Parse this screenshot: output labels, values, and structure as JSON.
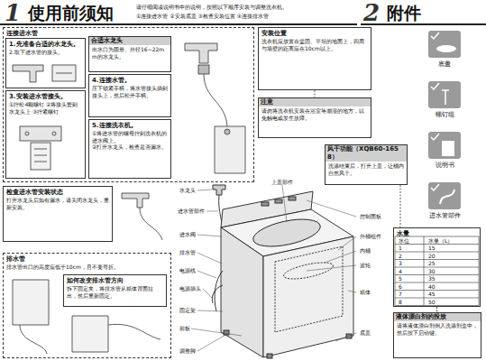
{
  "diagram": {
    "title": "使用前须知",
    "nodes": [
      {
        "text": [
          "连接进水管"
        ]
      },
      {
        "text": [
          "1.先准备合适的水龙头。",
          "2.取下进水管的接头。"
        ],
        "in": 0
      },
      {
        "text": [
          "3.安装进水管接头。",
          "①拧松4颗螺钉 ②将接头套到水龙头上 ③拧紧螺钉"
        ],
        "in": 0
      },
      {
        "text": [
          "合适水龙头",
          "出水口为圆形、外径16~22mm的水龙头。"
        ],
        "in": 0
      },
      {
        "text": [
          "4.连接水管。",
          "压下锁紧手柄，将水管接头插到接头上，然后松开手柄。"
        ],
        "in": 0
      },
      {
        "text": [
          "5.连接洗衣机。",
          "①将进水管的螺母拧到洗衣机的进水阀上。",
          "②打开水龙头，检查是否漏水。"
        ],
        "in": 0
      },
      {
        "text": [
          "检查进水管安装状态",
          "打开水龙头后如有漏水，请关闭水龙头，重新安装。"
        ]
      },
      {
        "text": [
          "排水管",
          "排水管出口的高度应低于10cm，且不要弯折。"
        ]
      },
      {
        "text": [
          "如何改变排水管方向",
          "拆下固定夹，将排水管从箱体背面拉出，然后重新固定。"
        ],
        "in": 7
      },
      {
        "text": [
          "安装位置",
          "洗衣机应放置在坚固、平坦的地面上，四周与墙壁的距离应在10cm以上。"
        ]
      },
      {
        "text": [
          "注意",
          "请勿将洗衣机安装在浴室等潮湿的地方，以免触电或发生故障。"
        ]
      },
      {
        "text": [
          "风干功能（XQB60-1658）",
          "洗涤结束后，打开上盖，让桶内自然风干。"
        ]
      },
      {
        "text": [
          "水量"
        ]
      },
      {
        "text": [
          "液体漂白剂的投放",
          "请将液体漂白剂倒入洗涤剂盒中，然后按下启动键。"
        ]
      },
      {
        "text": [
          "底盖"
        ]
      },
      {
        "text": [
          "螺钉组"
        ]
      },
      {
        "text": [
          "说明书"
        ]
      },
      {
        "text": [
          "进水管部件"
        ]
      }
    ],
    "edges": [
      {
        "from": 9,
        "to": 10,
        "arrow": "none"
      },
      {
        "from": 11,
        "to": 12,
        "arrow": "none"
      },
      {
        "from": 12,
        "to": 13,
        "arrow": "none"
      }
    ],
    "labels": [
      "1",
      "2",
      "附件",
      "请仔细阅读说明书中的说明，按照以下顺序安装与调整洗衣机。",
      "①连接进水管 ②安装底盖 ③检查安装位置 ④连接排水管",
      "水龙头",
      "进水管部件",
      "上盖部件",
      "进水阀",
      "排水管",
      "电源线",
      "电源插头",
      "固定架",
      "前板",
      "箱体",
      "调整脚",
      "外桶组件",
      "内桶",
      "波轮",
      "控制面板",
      "底盖",
      "水位",
      "水量（L）",
      "1",
      "15",
      "2",
      "20",
      "3",
      "25",
      "4",
      "30",
      "5",
      "35",
      "6",
      "40",
      "7",
      "45",
      "8",
      "50"
    ]
  }
}
